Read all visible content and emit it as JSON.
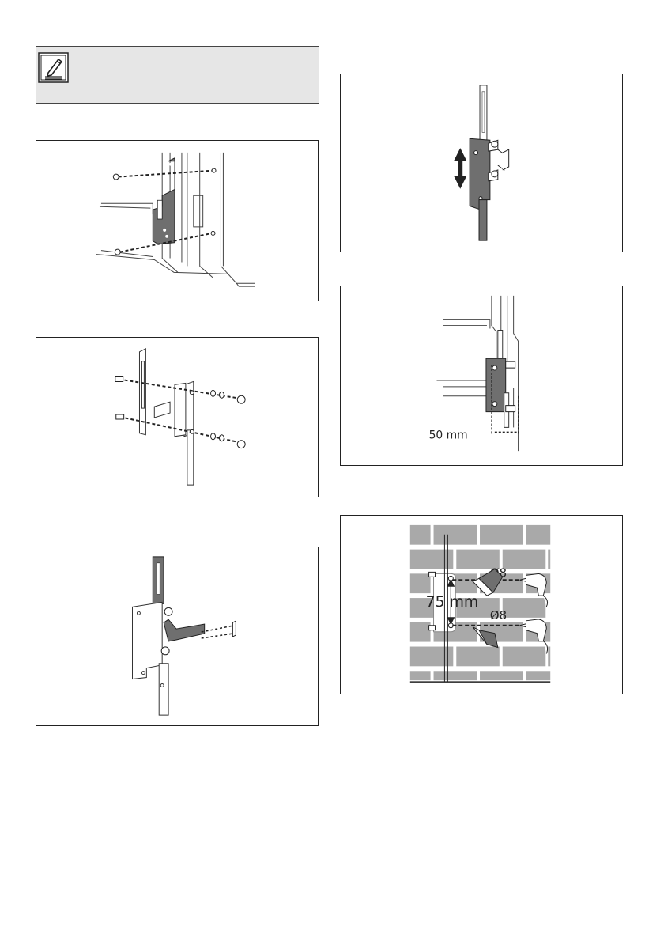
{
  "note": {
    "icon": "pencil-note-icon"
  },
  "figures": {
    "bracket_screw": {
      "icon": "oven-side-bracket-diagram"
    },
    "bracket_assembly": {
      "icon": "bracket-assembly-exploded-diagram"
    },
    "bracket_hook": {
      "icon": "bracket-hook-diagram"
    },
    "bracket_adjust": {
      "icon": "bracket-adjust-arrow-diagram"
    },
    "bracket_offset": {
      "icon": "bracket-offset-diagram",
      "dimension": "50 mm"
    },
    "wall_drilling": {
      "icon": "wall-drilling-diagram",
      "spacing": "75 mm",
      "hole_top": "Ø8",
      "hole_bottom": "Ø8"
    }
  },
  "colors": {
    "frame": "#222222",
    "note_bg": "#e6e6e6",
    "bracket": "#6f6f6f",
    "brick": "#a9a9a9"
  }
}
